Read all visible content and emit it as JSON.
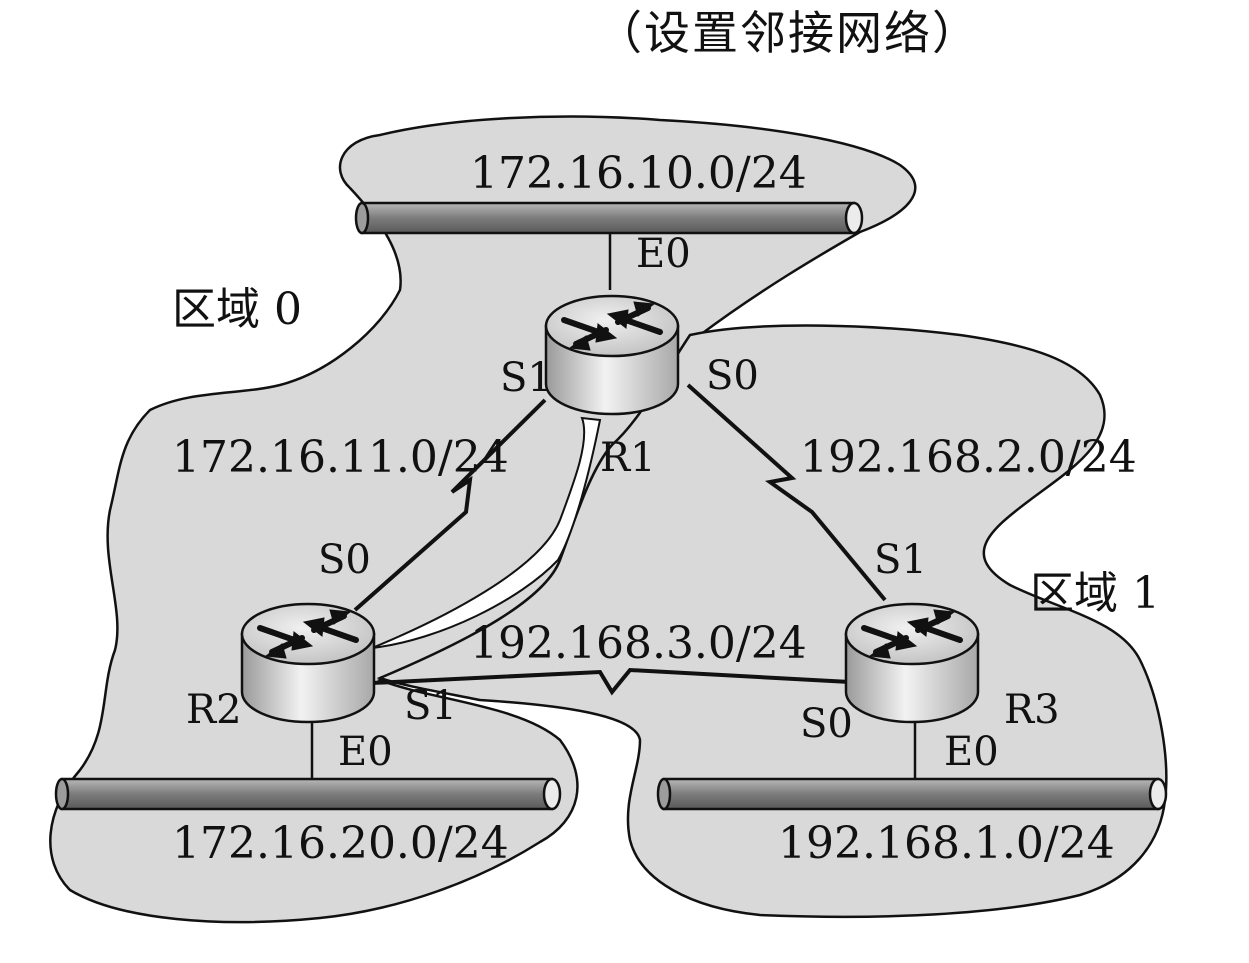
{
  "title": "（设置邻接网络）",
  "areas": {
    "area0": "区域 0",
    "area1": "区域 1"
  },
  "networks": {
    "top": "172.16.10.0/24",
    "r1_r2": "172.16.11.0/24",
    "r1_r3": "192.168.2.0/24",
    "r2_r3": "192.168.3.0/24",
    "bottom_left": "172.16.20.0/24",
    "bottom_right": "192.168.1.0/24"
  },
  "routers": {
    "r1": {
      "name": "R1",
      "e0": "E0",
      "s0": "S0",
      "s1": "S1"
    },
    "r2": {
      "name": "R2",
      "e0": "E0",
      "s0": "S0",
      "s1": "S1"
    },
    "r3": {
      "name": "R3",
      "e0": "E0",
      "s0": "S0",
      "s1": "S1"
    }
  },
  "colors": {
    "area_fill": "#d9d9d9",
    "outline": "#111111",
    "bus": "#8a8a8a",
    "router_top": "#d8d8d8",
    "router_side": "#c8c8c8"
  }
}
